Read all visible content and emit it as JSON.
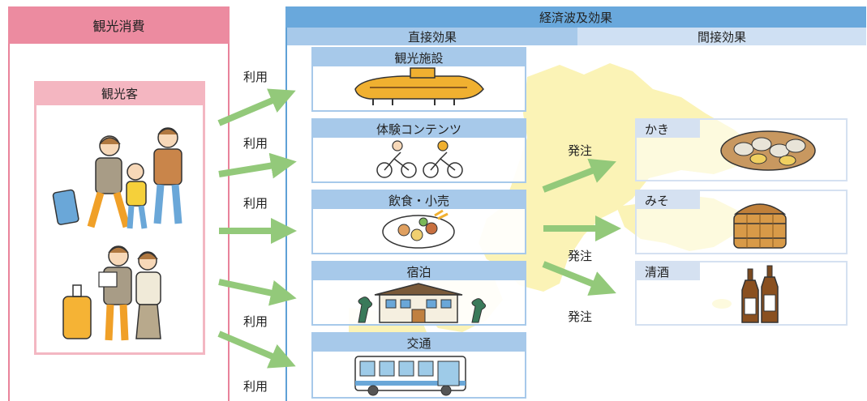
{
  "consumption": {
    "title": "観光消費",
    "tourist_title": "観光客"
  },
  "ripple": {
    "title": "経済波及効果",
    "direct_title": "直接効果",
    "indirect_title": "間接効果"
  },
  "facilities": [
    {
      "label": "観光施設",
      "icon": "submarine-icon"
    },
    {
      "label": "体験コンテンツ",
      "icon": "cyclists-icon"
    },
    {
      "label": "飲食・小売",
      "icon": "food-platter-icon"
    },
    {
      "label": "宿泊",
      "icon": "inn-building-icon"
    },
    {
      "label": "交通",
      "icon": "bus-icon"
    }
  ],
  "arrows_use": [
    "利用",
    "利用",
    "利用",
    "利用",
    "利用"
  ],
  "arrows_order": [
    "発注",
    "発注",
    "発注"
  ],
  "indirect": [
    {
      "label": "かき",
      "icon": "oysters-icon"
    },
    {
      "label": "みそ",
      "icon": "miso-barrel-icon"
    },
    {
      "label": "清酒",
      "icon": "sake-bottles-icon"
    }
  ],
  "colors": {
    "pink": "#ec8ba0",
    "light_pink": "#f4b6c1",
    "blue": "#69a8dc",
    "light_blue": "#a7c9ea",
    "pale_blue": "#d5e1f1",
    "arrow_green": "#93c97a",
    "map_yellow": "#fbf3b6"
  }
}
